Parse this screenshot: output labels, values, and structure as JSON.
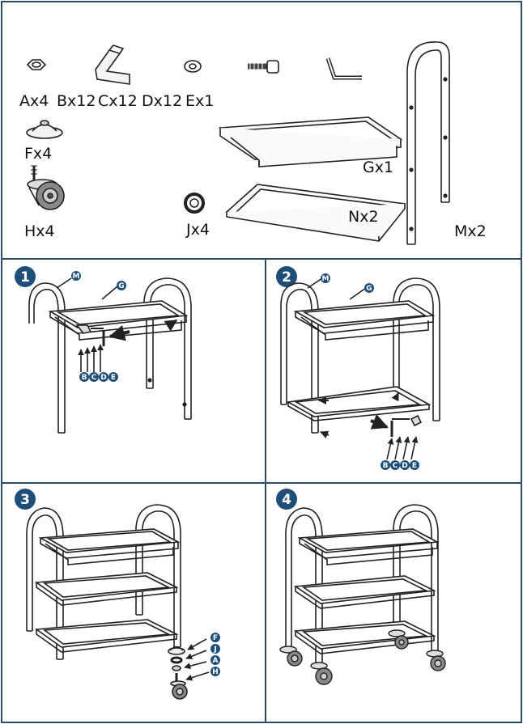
{
  "parts": [
    {
      "id": "A",
      "label": "Ax4",
      "icon": "hex-nut-icon"
    },
    {
      "id": "B",
      "label": "Bx12",
      "icon": "corner-bracket-icon"
    },
    {
      "id": "C",
      "label": "Cx12",
      "icon": "washer-icon"
    },
    {
      "id": "D",
      "label": "Dx12",
      "icon": "bolt-icon"
    },
    {
      "id": "E",
      "label": "Ex1",
      "icon": "allen-key-icon"
    },
    {
      "id": "F",
      "label": "Fx4",
      "icon": "dome-cap-icon"
    },
    {
      "id": "H",
      "label": "Hx4",
      "icon": "caster-wheel-icon"
    },
    {
      "id": "J",
      "label": "Jx4",
      "icon": "ring-washer-icon"
    },
    {
      "id": "G",
      "label": "Gx1",
      "icon": "deep-tray-icon"
    },
    {
      "id": "N",
      "label": "Nx2",
      "icon": "flat-tray-icon"
    },
    {
      "id": "M",
      "label": "Mx2",
      "icon": "u-frame-icon"
    }
  ],
  "steps": [
    {
      "number": "1",
      "callouts": [
        "M",
        "G"
      ],
      "hardware": [
        "B",
        "C",
        "D",
        "E"
      ]
    },
    {
      "number": "2",
      "callouts": [
        "M",
        "G"
      ],
      "hardware": [
        "B",
        "C",
        "D",
        "E"
      ]
    },
    {
      "number": "3",
      "callouts": [],
      "hardware": [
        "F",
        "J",
        "A",
        "H"
      ]
    },
    {
      "number": "4",
      "callouts": [],
      "hardware": []
    }
  ],
  "colors": {
    "badge": "#1f4e79",
    "line": "#222222",
    "border": "#2d4a6b"
  }
}
